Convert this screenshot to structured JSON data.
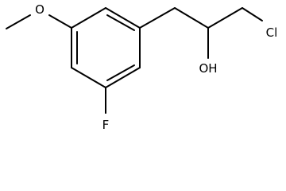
{
  "molecule": {
    "atom_labels": {
      "oxygen_ether": "O",
      "hydroxyl": "OH",
      "chlorine": "Cl",
      "fluorine": "F"
    }
  }
}
